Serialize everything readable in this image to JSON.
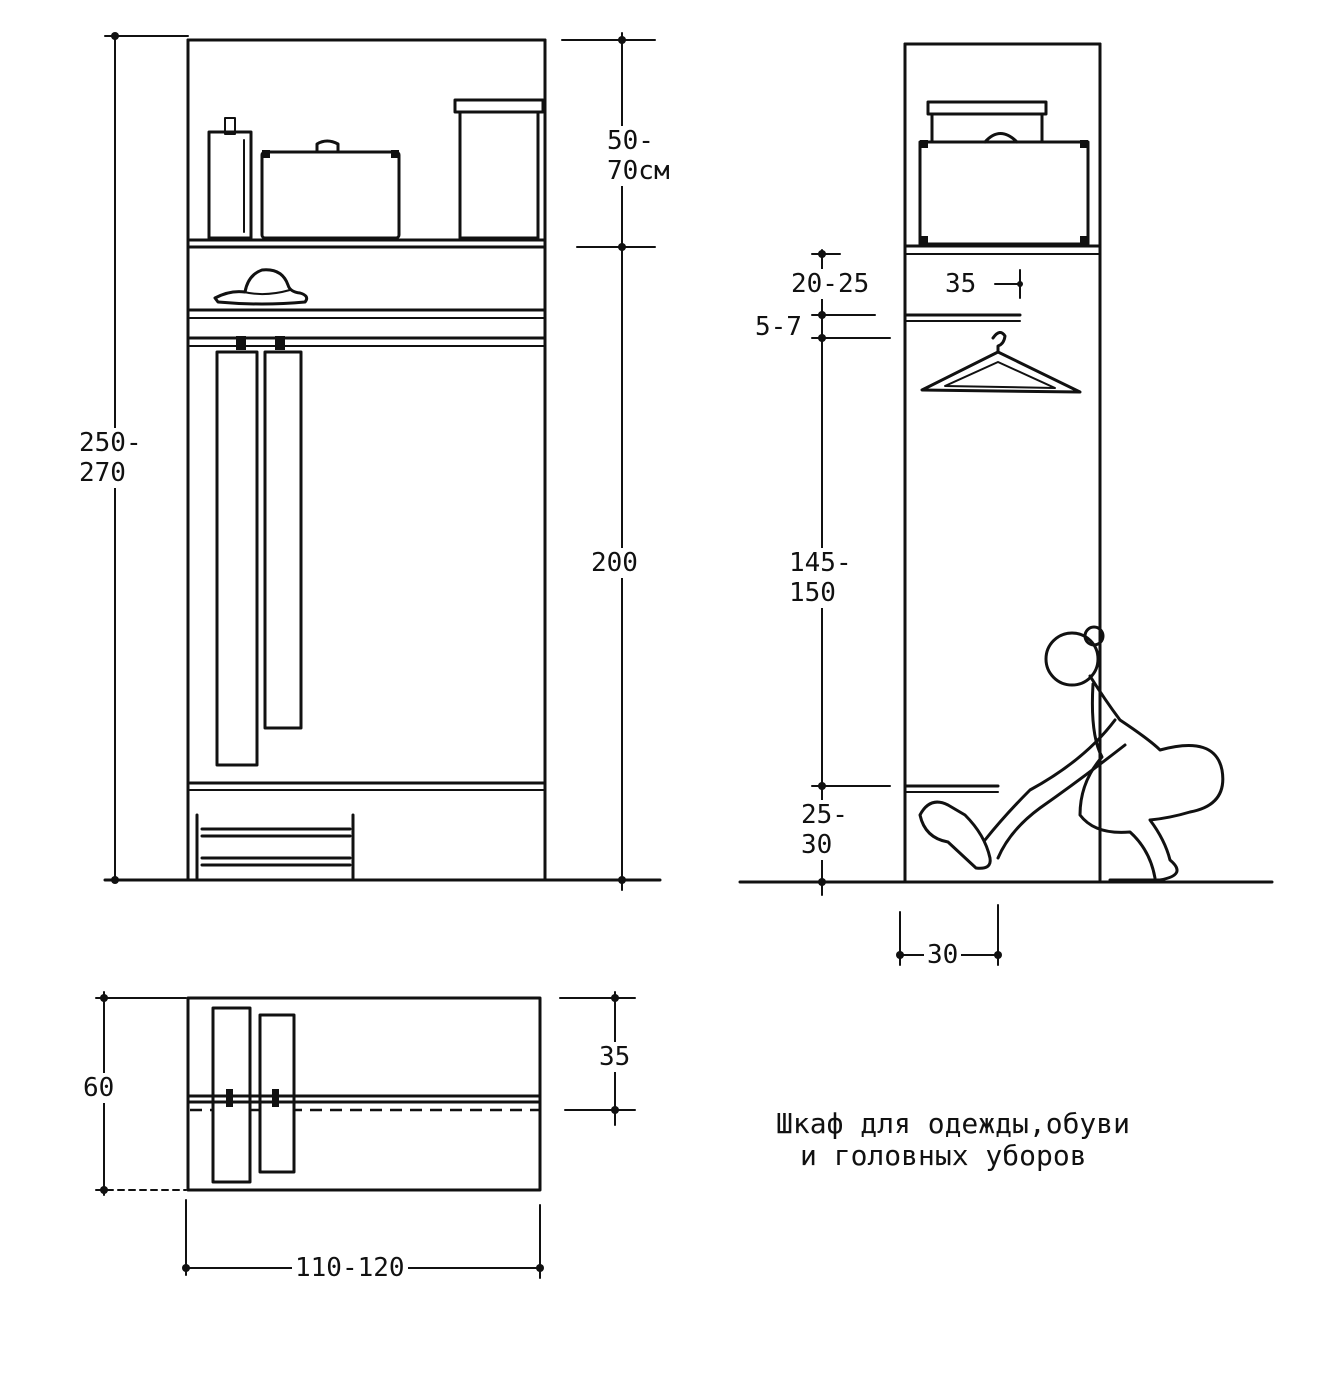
{
  "front_view": {
    "height_total": "250-\n270",
    "top_section": "50-\n70см",
    "hanging_height": "200"
  },
  "side_view": {
    "hat_shelf_gap": "20-25",
    "shelf_depth": "35",
    "rail_gap": "5-7",
    "rail_height": "145-\n150",
    "shoe_shelf_height": "25-\n30",
    "shoe_depth": "30"
  },
  "plan_view": {
    "depth_total": "60",
    "rail_offset": "35",
    "width": "110-120"
  },
  "caption": {
    "line1": "Шкаф для одежды,обуви",
    "line2": "и головных уборов"
  }
}
